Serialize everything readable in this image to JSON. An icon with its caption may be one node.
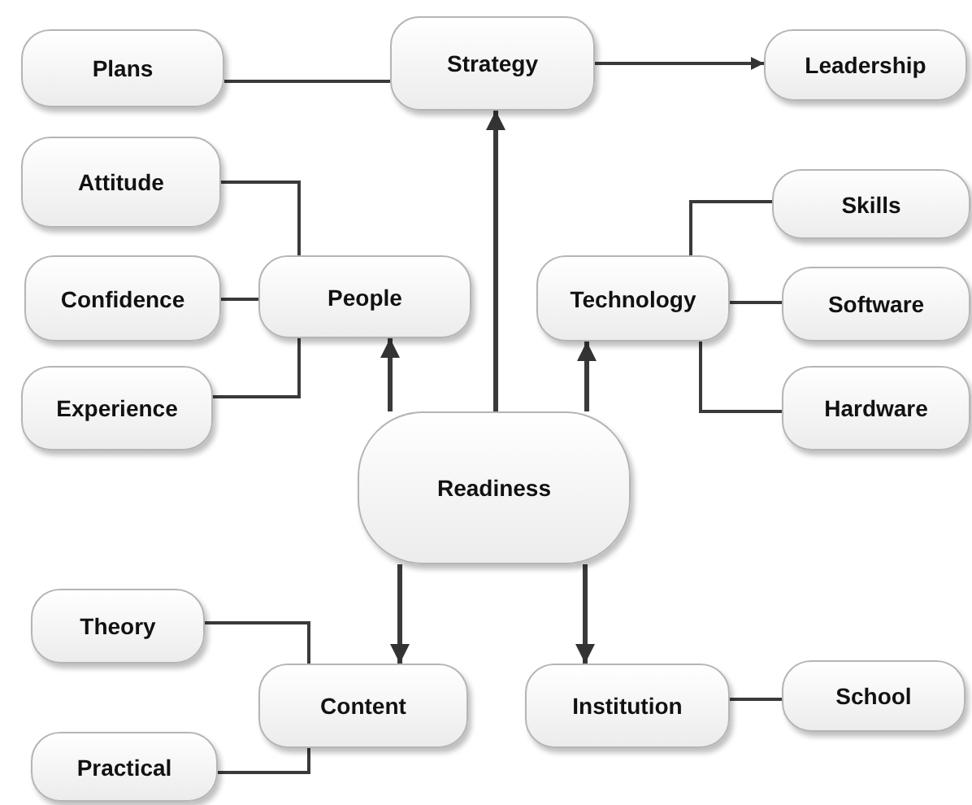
{
  "diagram": {
    "nodes": [
      {
        "text": [
          "Plans"
        ]
      },
      {
        "text": [
          "Strategy"
        ]
      },
      {
        "text": [
          "Leadership"
        ]
      },
      {
        "text": [
          "Attitude"
        ]
      },
      {
        "text": [
          "Confidence"
        ]
      },
      {
        "text": [
          "People"
        ]
      },
      {
        "text": [
          "Technology"
        ]
      },
      {
        "text": [
          "Skills"
        ]
      },
      {
        "text": [
          "Software"
        ]
      },
      {
        "text": [
          "Experience"
        ]
      },
      {
        "text": [
          "Hardware"
        ]
      },
      {
        "text": [
          "Readiness"
        ]
      },
      {
        "text": [
          "Theory"
        ]
      },
      {
        "text": [
          "Content"
        ]
      },
      {
        "text": [
          "Institution"
        ]
      },
      {
        "text": [
          "School"
        ]
      },
      {
        "text": [
          "Practical"
        ]
      }
    ],
    "edges": [
      {
        "from": 0,
        "to": 1,
        "arrow": "none"
      },
      {
        "from": 1,
        "to": 2,
        "arrow": "to"
      },
      {
        "from": 3,
        "to": 5,
        "arrow": "none"
      },
      {
        "from": 4,
        "to": 5,
        "arrow": "none"
      },
      {
        "from": 9,
        "to": 5,
        "arrow": "none"
      },
      {
        "from": 7,
        "to": 6,
        "arrow": "none"
      },
      {
        "from": 8,
        "to": 6,
        "arrow": "none"
      },
      {
        "from": 10,
        "to": 6,
        "arrow": "none"
      },
      {
        "from": 11,
        "to": 1,
        "arrow": "to"
      },
      {
        "from": 11,
        "to": 5,
        "arrow": "to"
      },
      {
        "from": 11,
        "to": 6,
        "arrow": "to"
      },
      {
        "from": 11,
        "to": 13,
        "arrow": "to"
      },
      {
        "from": 11,
        "to": 14,
        "arrow": "to"
      },
      {
        "from": 12,
        "to": 13,
        "arrow": "none"
      },
      {
        "from": 16,
        "to": 13,
        "arrow": "none"
      },
      {
        "from": 14,
        "to": 15,
        "arrow": "none"
      }
    ]
  }
}
